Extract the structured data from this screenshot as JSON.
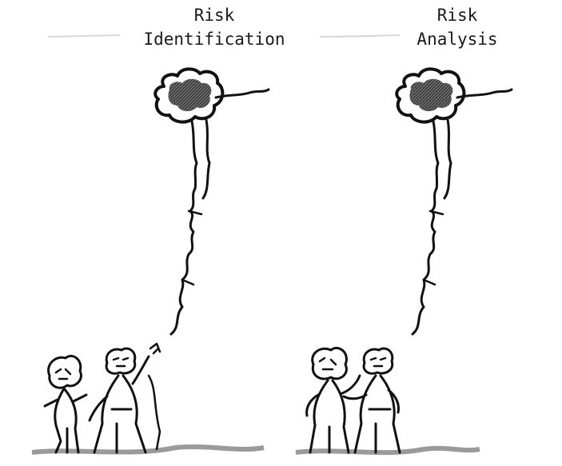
{
  "captions": {
    "left": {
      "line1": "Risk",
      "line2": "Identification"
    },
    "right": {
      "line1": "Risk",
      "line2": "Analysis"
    }
  },
  "colors": {
    "ink": "#111111",
    "cloud_shade": "#555555",
    "ground": "#9a9a9a",
    "background": "#ffffff"
  },
  "panels": [
    {
      "name": "risk-identification-panel",
      "figures": 2
    },
    {
      "name": "risk-analysis-panel",
      "figures": 2
    }
  ]
}
